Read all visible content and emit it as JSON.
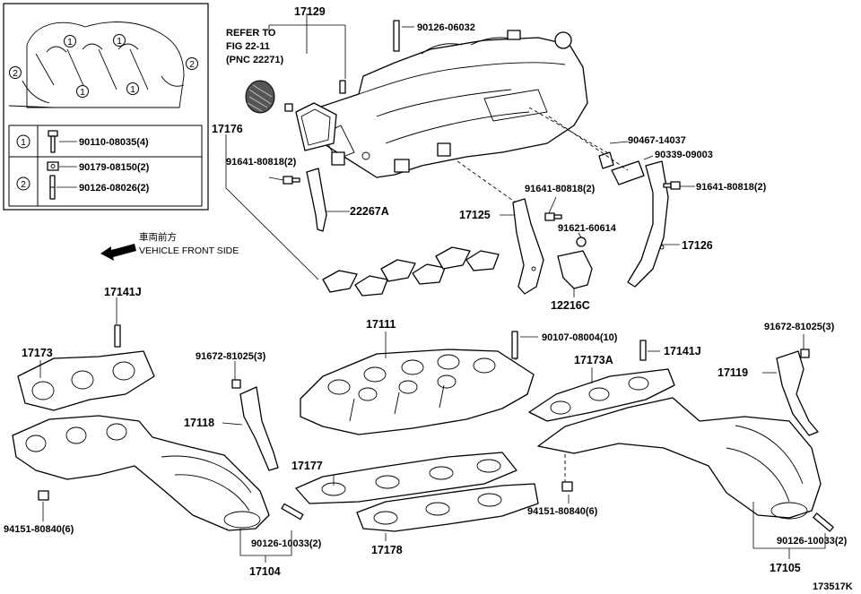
{
  "figure_id": "173517K",
  "direction": {
    "japanese": "車両前方",
    "english": "VEHICLE FRONT SIDE"
  },
  "reference_note": [
    "REFER TO",
    "FIG 22-11",
    "(PNC 22271)"
  ],
  "inset": {
    "callouts": [
      "1",
      "2"
    ],
    "legend": [
      {
        "key": "1",
        "items": [
          "90110-08035(4)"
        ]
      },
      {
        "key": "2",
        "items": [
          "90179-08150(2)",
          "90126-08026(2)"
        ]
      }
    ]
  },
  "parts": {
    "p17129": "17129",
    "p90126_06032": "90126-06032",
    "p17176": "17176",
    "p91641_a": "91641-80818(2)",
    "p22267A": "22267A",
    "p90467": "90467-14037",
    "p90339": "90339-09003",
    "p91641_b": "91641-80818(2)",
    "p91641_c": "91641-80818(2)",
    "p17125": "17125",
    "p91621": "91621-60614",
    "p17126": "17126",
    "p12216C": "12216C",
    "p17141J_a": "17141J",
    "p17173": "17173",
    "p91672_a": "91672-81025(3)",
    "p17118": "17118",
    "p94151_a": "94151-80840(6)",
    "p90126_10033_a": "90126-10033(2)",
    "p17104": "17104",
    "p17111": "17111",
    "p90107": "90107-08004(10)",
    "p17141J_b": "17141J",
    "p17173A": "17173A",
    "p17177": "17177",
    "p17178": "17178",
    "p94151_b": "94151-80840(6)",
    "p91672_b": "91672-81025(3)",
    "p17119": "17119",
    "p90126_10033_b": "90126-10033(2)",
    "p17105": "17105"
  }
}
